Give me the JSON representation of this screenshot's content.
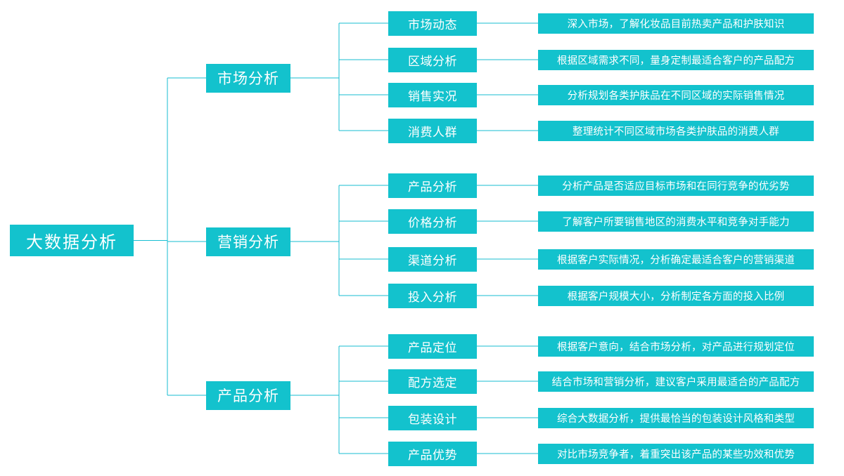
{
  "diagram": {
    "title": "大数据分析",
    "accent_color": "#13c2cd",
    "line_color": "#17bed2",
    "text_color": "#ffffff",
    "background_color": "#ffffff",
    "root": {
      "label": "大数据分析"
    },
    "branches": [
      {
        "label": "市场分析",
        "children": [
          {
            "label": "市场动态",
            "description": "深入市场，了解化妆品目前热卖产品和护肤知识"
          },
          {
            "label": "区域分析",
            "description": "根据区域需求不同，量身定制最适合客户的产品配方"
          },
          {
            "label": "销售实况",
            "description": "分析规划各类护肤品在不同区域的实际销售情况"
          },
          {
            "label": "消费人群",
            "description": "整理统计不同区域市场各类护肤品的消费人群"
          }
        ]
      },
      {
        "label": "营销分析",
        "children": [
          {
            "label": "产品分析",
            "description": "分析产品是否适应目标市场和在同行竞争的优劣势"
          },
          {
            "label": "价格分析",
            "description": "了解客户所要销售地区的消费水平和竞争对手能力"
          },
          {
            "label": "渠道分析",
            "description": "根据客户实际情况，分析确定最适合客户的营销渠道"
          },
          {
            "label": "投入分析",
            "description": "根据客户规模大小，分析制定各方面的投入比例"
          }
        ]
      },
      {
        "label": "产品分析",
        "children": [
          {
            "label": "产品定位",
            "description": "根据客户意向，结合市场分析，对产品进行规划定位"
          },
          {
            "label": "配方选定",
            "description": "结合市场和营销分析，建议客户采用最适合的产品配方"
          },
          {
            "label": "包装设计",
            "description": "综合大数据分析，提供最恰当的包装设计风格和类型"
          },
          {
            "label": "产品优势",
            "description": "对比市场竞争者，着重突出该产品的某些功效和优势"
          }
        ]
      }
    ]
  }
}
